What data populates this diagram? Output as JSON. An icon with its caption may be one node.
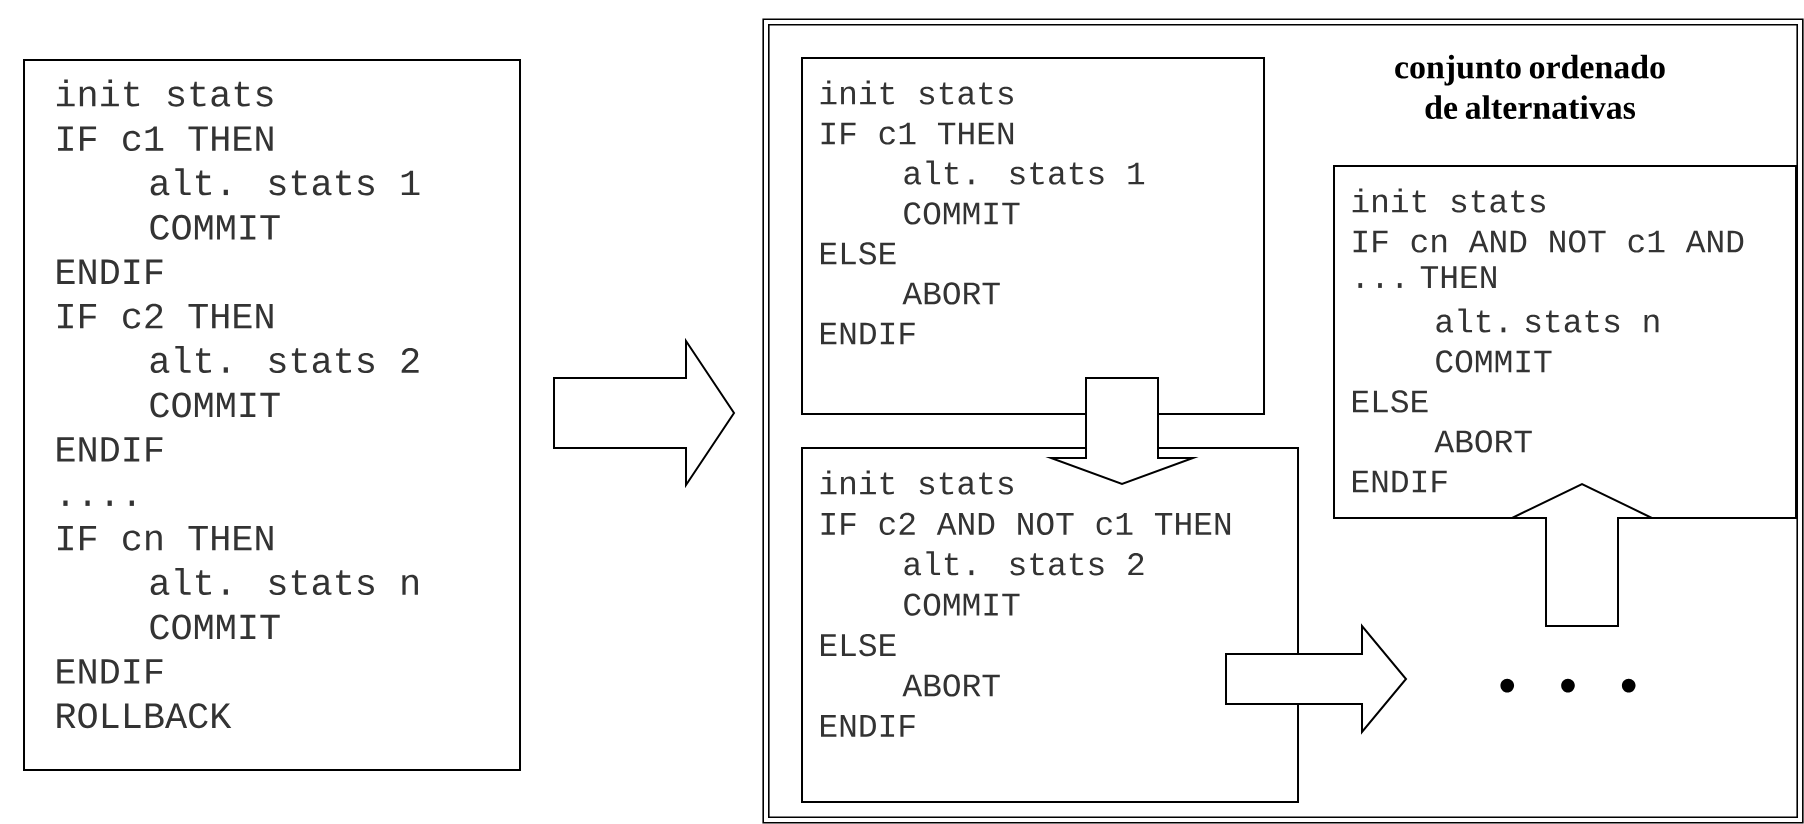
{
  "diagram": {
    "nodes": [
      {
        "text": [
          "init stats",
          "IF c1 THEN",
          "alt. stats 1",
          "COMMIT",
          "ENDIF",
          "IF c2 THEN",
          "alt. stats 2",
          "COMMIT",
          "ENDIF",
          "....",
          "IF cn THEN",
          "alt. stats n",
          "COMMIT",
          "ENDIF",
          "ROLLBACK"
        ]
      },
      {
        "text": [
          "conjunto ordenado de alternativas"
        ]
      },
      {
        "text": [
          "init stats",
          "IF c1 THEN",
          "alt. stats 1",
          "COMMIT",
          "ELSE",
          "ABORT",
          "ENDIF"
        ],
        "in": 1
      },
      {
        "text": [
          "init stats",
          "IF c2 AND NOT c1 THEN",
          "alt. stats 2",
          "COMMIT",
          "ELSE",
          "ABORT",
          "ENDIF"
        ],
        "in": 1
      },
      {
        "text": [
          "init stats",
          "IF cn AND NOT c1 AND ... THEN",
          "alt. stats n",
          "COMMIT",
          "ELSE",
          "ABORT",
          "ENDIF"
        ],
        "in": 1
      },
      {
        "text": [
          "• • •"
        ],
        "in": 1
      }
    ],
    "edges": [
      {
        "from": 0,
        "to": 1,
        "arrow": "to"
      },
      {
        "from": 2,
        "to": 3,
        "arrow": "to"
      },
      {
        "from": 3,
        "to": 5,
        "arrow": "to"
      },
      {
        "from": 5,
        "to": 4,
        "arrow": "to"
      }
    ]
  }
}
